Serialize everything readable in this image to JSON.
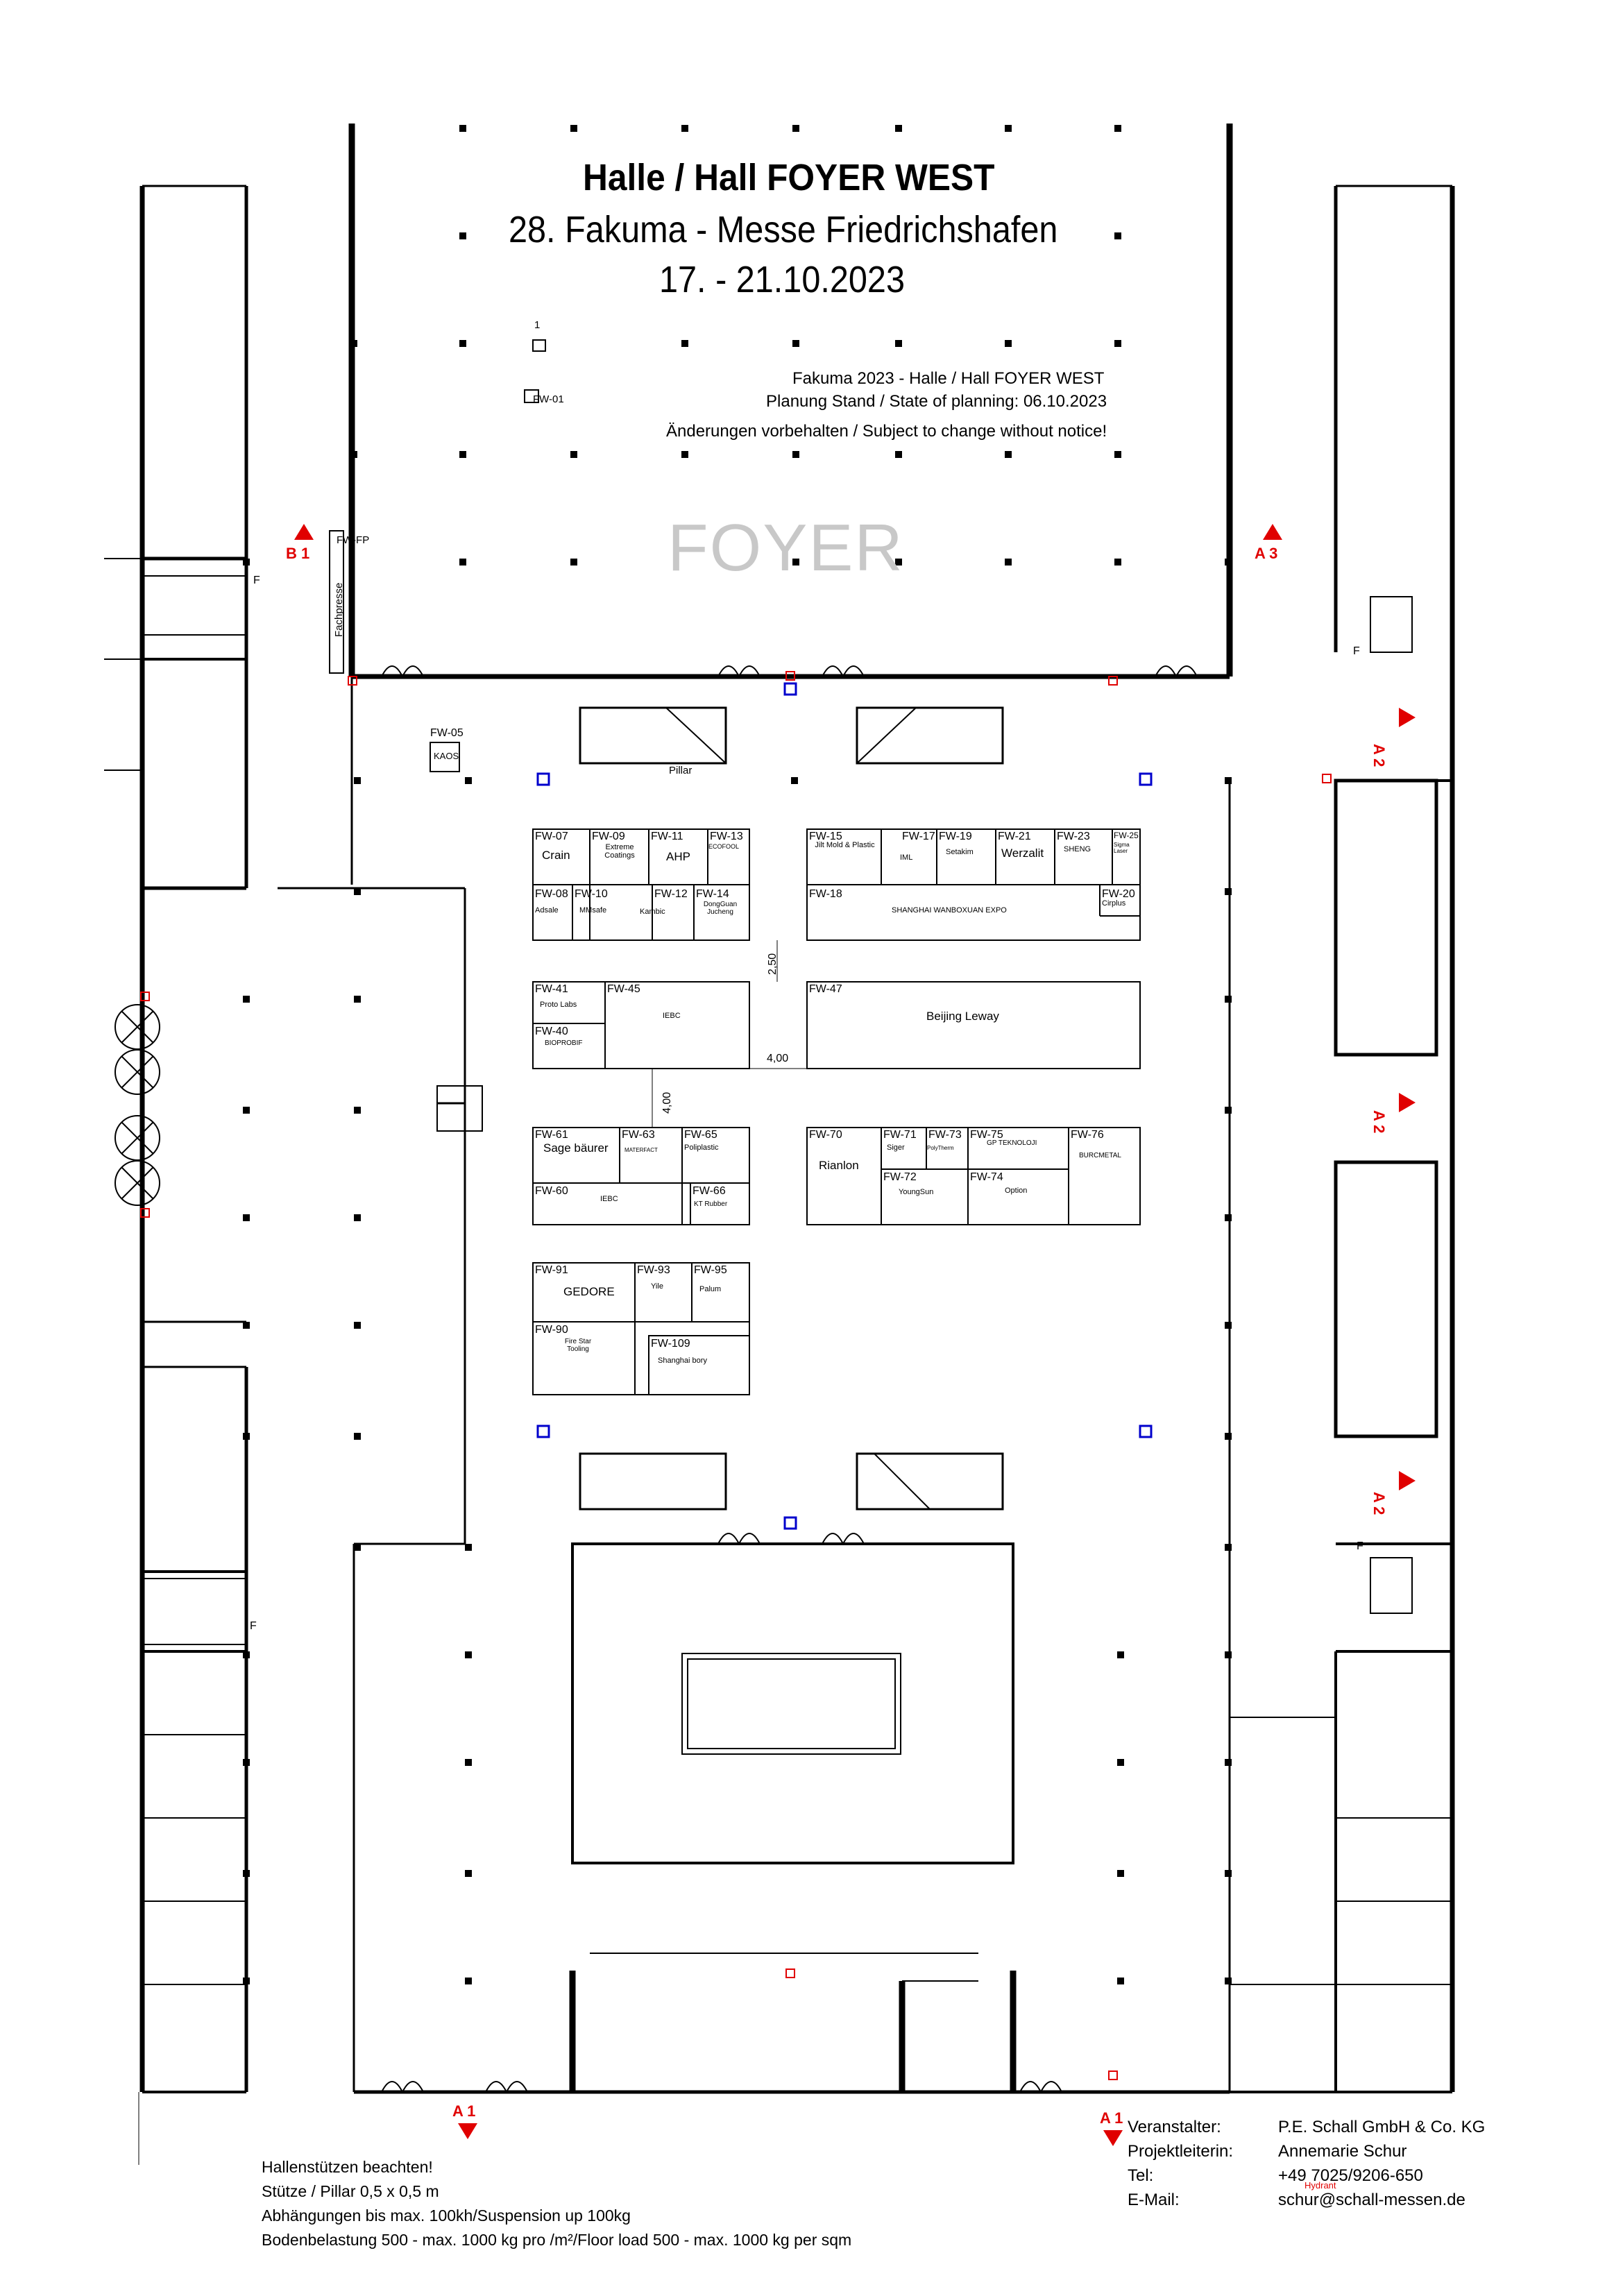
{
  "header": {
    "hall_title": "Halle / Hall FOYER WEST",
    "event": "28. Fakuma - Messe Friedrichshafen",
    "dates": "17. - 21.10.2023"
  },
  "info_block": {
    "line1": "Fakuma 2023 - Halle / Hall FOYER WEST",
    "line2": "Planung Stand / State of planning: 06.10.2023",
    "line3": "Änderungen vorbehalten / Subject to change without notice!"
  },
  "area_label": "FOYER",
  "misc_labels": {
    "fw_fp": "FW-FP",
    "fachpresse": "Fachpresse",
    "pillar": "Pillar",
    "fw01": "FW-01",
    "marker_1": "1",
    "fw05": "FW-05",
    "kaos": "KAOS",
    "dim_250": "2,50",
    "dim_400a": "4,00",
    "dim_400b": "4,00"
  },
  "entrances": {
    "b1": "B 1",
    "a3": "A 3",
    "a2": "A 2",
    "a1": "A 1",
    "f": "F"
  },
  "stands": [
    {
      "id": "FW-07",
      "name": "Crain"
    },
    {
      "id": "FW-09",
      "name": "Extreme Coatings"
    },
    {
      "id": "FW-11",
      "name": "AHP"
    },
    {
      "id": "FW-13",
      "name": "ECOFOOL"
    },
    {
      "id": "FW-08",
      "name": "Adsale"
    },
    {
      "id": "FW-10",
      "name": "MMsafe"
    },
    {
      "id": "FW-12",
      "name": "Kambic"
    },
    {
      "id": "FW-14",
      "name": "DongGuan Jucheng"
    },
    {
      "id": "FW-15",
      "name": "Jilt Mold & Plastic"
    },
    {
      "id": "FW-17",
      "name": "IML"
    },
    {
      "id": "FW-19",
      "name": "Setakim"
    },
    {
      "id": "FW-21",
      "name": "Werzalit"
    },
    {
      "id": "FW-23",
      "name": "SHENG"
    },
    {
      "id": "FW-25",
      "name": "Sigma Laser"
    },
    {
      "id": "FW-18",
      "name": "SHANGHAI WANBOXUAN EXPO"
    },
    {
      "id": "FW-20",
      "name": "Cirplus"
    },
    {
      "id": "FW-41",
      "name": "Proto Labs"
    },
    {
      "id": "FW-45",
      "name": "IEBC"
    },
    {
      "id": "FW-40",
      "name": "BIOPROBIF"
    },
    {
      "id": "FW-47",
      "name": "Beijing Leway"
    },
    {
      "id": "FW-61",
      "name": "Sage bäurer"
    },
    {
      "id": "FW-63",
      "name": "MATERFACT"
    },
    {
      "id": "FW-65",
      "name": "Poliplastic"
    },
    {
      "id": "FW-60",
      "name": "IEBC"
    },
    {
      "id": "FW-66",
      "name": "KT Rubber"
    },
    {
      "id": "FW-70",
      "name": "Rianlon"
    },
    {
      "id": "FW-71",
      "name": "Siger"
    },
    {
      "id": "FW-73",
      "name": "PolyTherm"
    },
    {
      "id": "FW-75",
      "name": "GP TEKNOLOJI"
    },
    {
      "id": "FW-76",
      "name": "BURCMETAL"
    },
    {
      "id": "FW-72",
      "name": "YoungSun"
    },
    {
      "id": "FW-74",
      "name": "Option"
    },
    {
      "id": "FW-91",
      "name": "GEDORE"
    },
    {
      "id": "FW-93",
      "name": "Yile"
    },
    {
      "id": "FW-95",
      "name": "Palum"
    },
    {
      "id": "FW-90",
      "name": "Fire Star Tooling"
    },
    {
      "id": "FW-109",
      "name": "Shanghai bory"
    }
  ],
  "footer": {
    "notes": [
      "Hallenstützen beachten!",
      "Stütze / Pillar 0,5 x 0,5 m",
      "Abhängungen bis max. 100kh/Suspension up 100kg",
      "Bodenbelastung 500 - max. 1000 kg pro /m²/Floor load 500 - max. 1000 kg per sqm"
    ],
    "contact": [
      {
        "label": "Veranstalter:",
        "value": "P.E. Schall GmbH & Co. KG"
      },
      {
        "label": "Projektleiterin:",
        "value": "Annemarie Schur"
      },
      {
        "label": "Tel:",
        "value": "+49 7025/9206-650"
      },
      {
        "label": "E-Mail:",
        "value": "schur@schall-messen.de"
      }
    ],
    "legend_hydrant": "Hydrant"
  }
}
